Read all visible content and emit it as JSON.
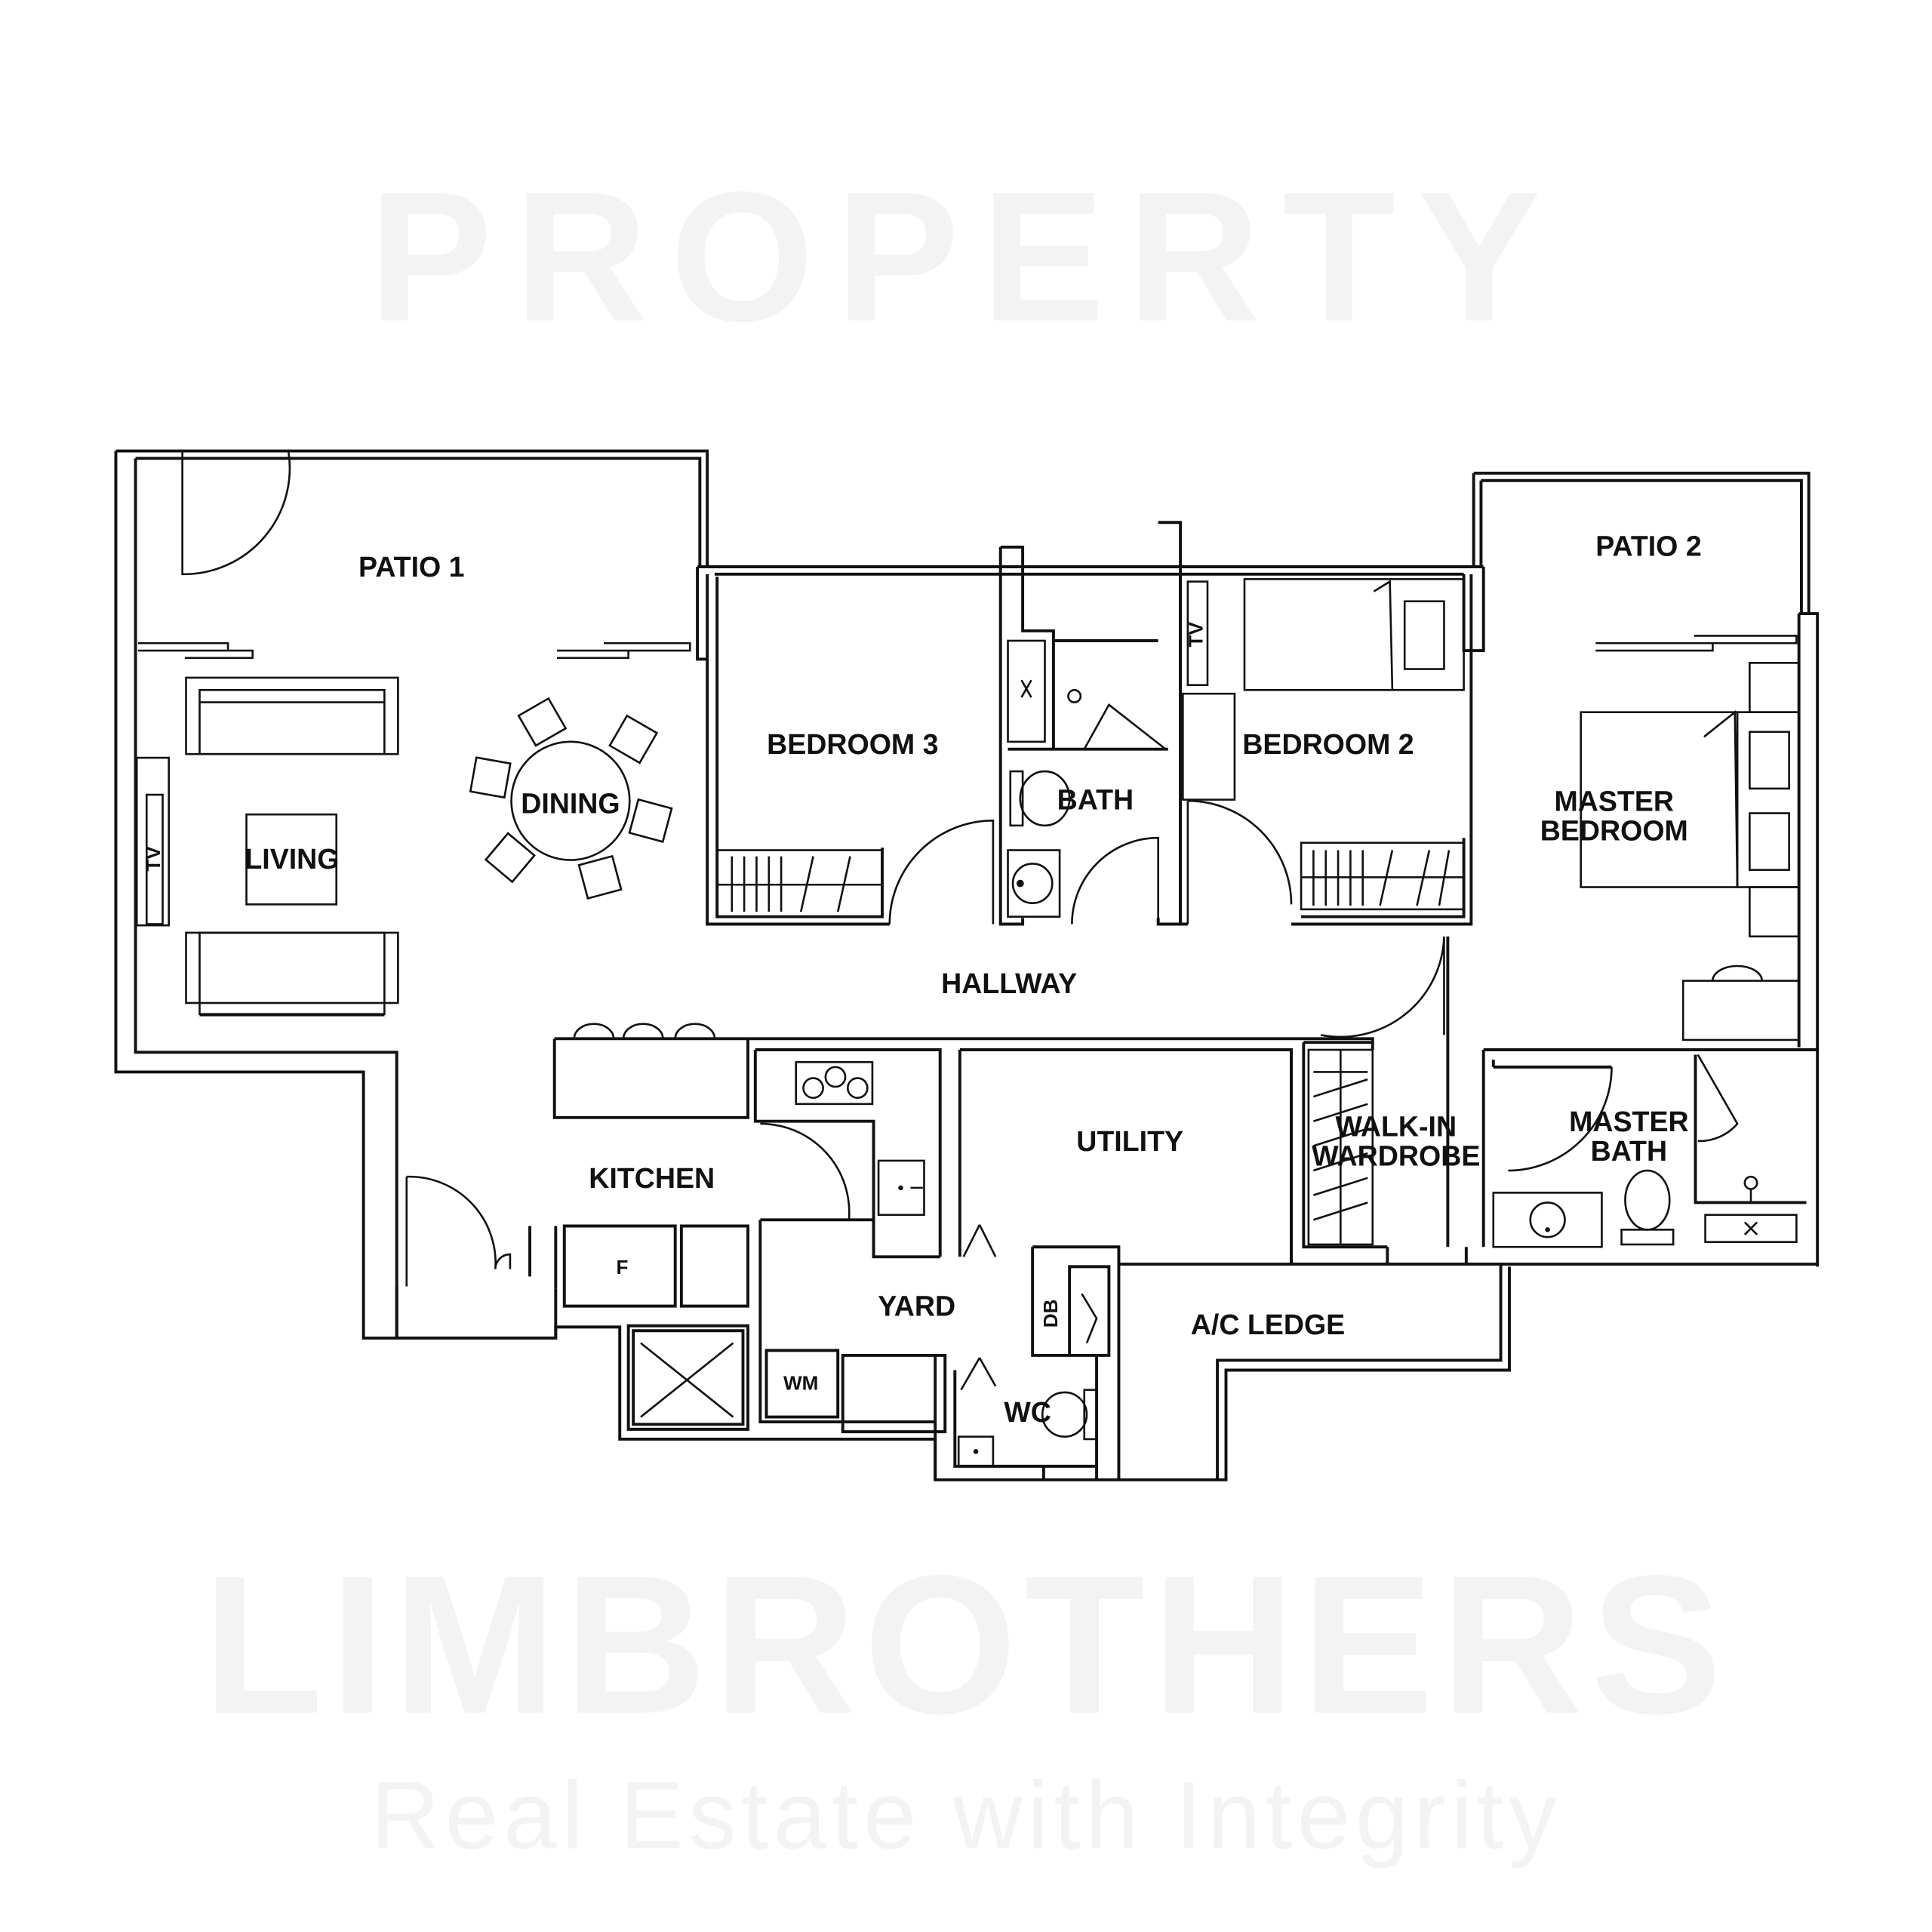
{
  "watermark": {
    "line1": "PROPERTY",
    "line2": "LIMBROTHERS",
    "tagline": "Real Estate with Integrity"
  },
  "rooms": {
    "patio1": "PATIO 1",
    "patio2": "PATIO 2",
    "bedroom3": "BEDROOM 3",
    "bath": "BATH",
    "bedroom2": "BEDROOM 2",
    "master_bedroom_1": "MASTER",
    "master_bedroom_2": "BEDROOM",
    "dining": "DINING",
    "living": "LIVING",
    "hallway": "HALLWAY",
    "utility": "UTILITY",
    "walkin_1": "WALK-IN",
    "walkin_2": "WARDROBE",
    "master_bath_1": "MASTER",
    "master_bath_2": "BATH",
    "kitchen": "KITCHEN",
    "yard": "YARD",
    "wc": "WC",
    "ac_ledge": "A/C LEDGE"
  },
  "fixtures": {
    "tv_living": "TV",
    "tv_bedroom2": "TV",
    "fridge": "F",
    "washing_machine": "WM",
    "distribution_board": "DB"
  }
}
